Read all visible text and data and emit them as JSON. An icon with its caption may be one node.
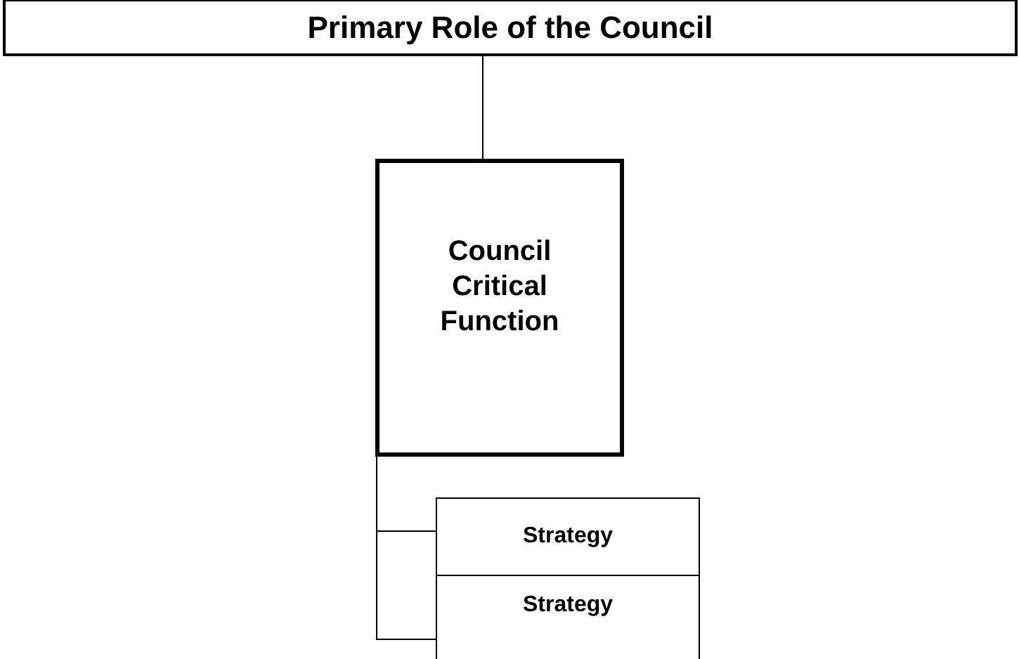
{
  "diagram": {
    "nodes": [
      {
        "text": [
          "Primary Role of the Council"
        ]
      },
      {
        "text": [
          "Council Critical Function"
        ]
      },
      {
        "text": [
          "Strategy"
        ]
      },
      {
        "text": [
          "Strategy"
        ]
      }
    ],
    "edges": [
      {
        "from": 0,
        "to": 1,
        "arrow": "none"
      },
      {
        "from": 1,
        "to": 2,
        "arrow": "none"
      },
      {
        "from": 1,
        "to": 3,
        "arrow": "none"
      }
    ]
  }
}
